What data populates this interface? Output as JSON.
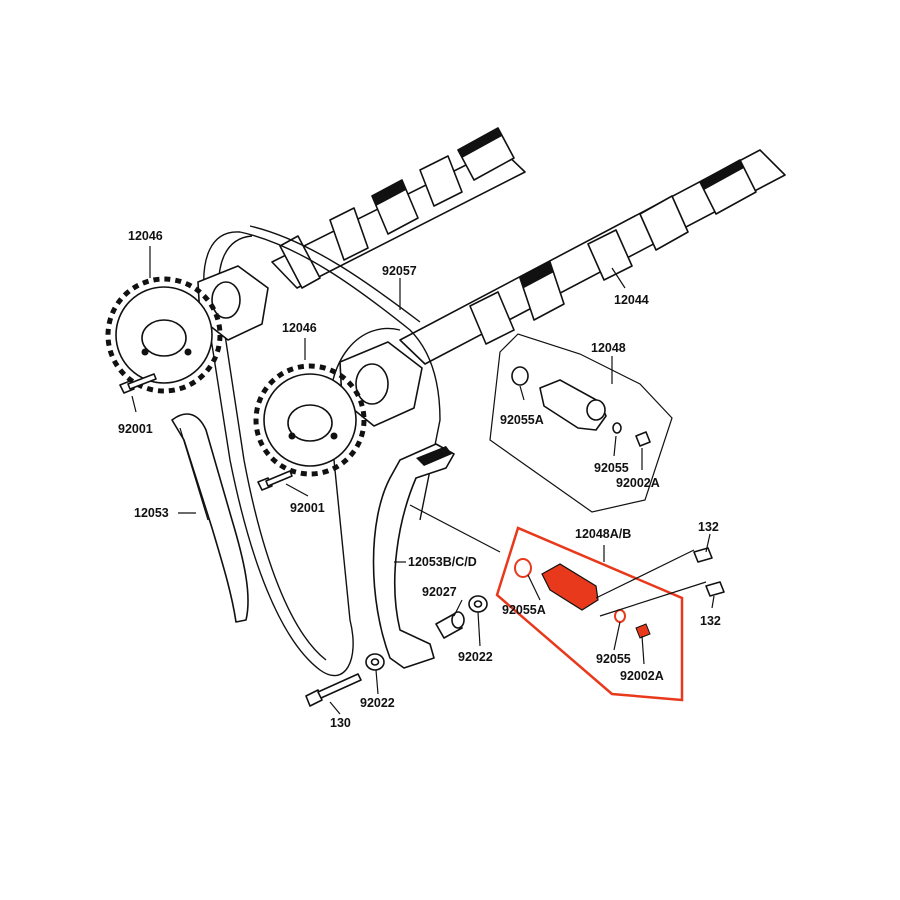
{
  "diagram": {
    "labels": {
      "p12044": "12044",
      "p12046_left": "12046",
      "p12046_right": "12046",
      "p92057": "92057",
      "p12048": "12048",
      "p92055A_top": "92055A",
      "p92055_top": "92055",
      "p92002A_top": "92002A",
      "p92001_left": "92001",
      "p92001_right": "92001",
      "p12053": "12053",
      "p12053BCD": "12053B/C/D",
      "p12048AB": "12048A/B",
      "p132_top": "132",
      "p132_bottom": "132",
      "p92055A_bottom": "92055A",
      "p92027": "92027",
      "p92022_right": "92022",
      "p92022_left": "92022",
      "p92055_bottom": "92055",
      "p92002A_bottom": "92002A",
      "p130": "130"
    },
    "highlight_color": "#e8391c",
    "highlight_part": "12048A/B"
  }
}
